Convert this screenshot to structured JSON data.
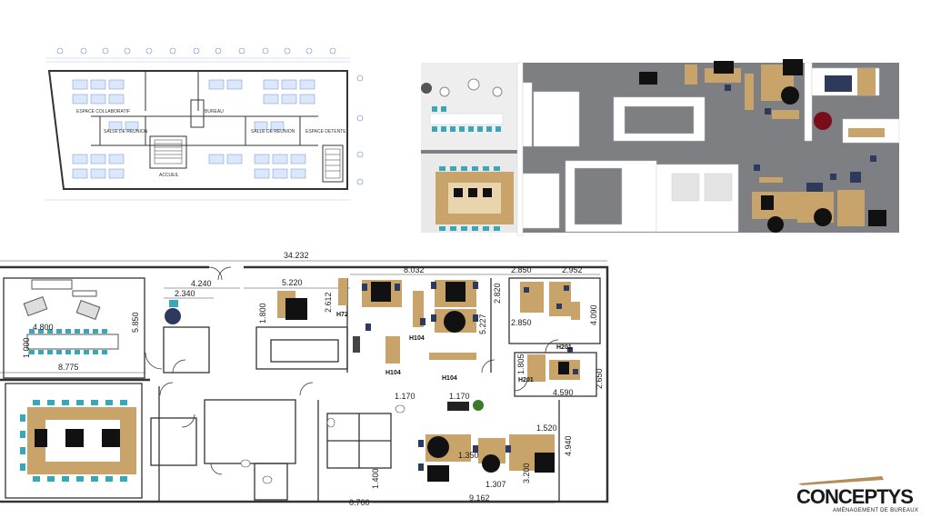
{
  "plan_2d_small": {
    "room_labels": [
      "SALLE DE REUNION",
      "SALLE DE REUNION",
      "ESPACE COLLABORATIF",
      "BUREAU",
      "ACCUEIL",
      "ESPACE DETENTE"
    ]
  },
  "plan_2d_large": {
    "dimensions": {
      "total_width": "34.232",
      "d_4240": "4.240",
      "d_2340": "2.340",
      "d_5220": "5.220",
      "d_8032": "8.032",
      "d_2850_top": "2.850",
      "d_2952": "2.952",
      "d_4800": "4.800",
      "d_5850": "5.850",
      "d_1000": "1.000",
      "d_8775": "8.775",
      "d_1800": "1.800",
      "d_2612": "2.612",
      "d_5227": "5.227",
      "d_2820": "2.820",
      "d_2850_mid": "2.850",
      "d_4090": "4.090",
      "d_1805": "1.805",
      "d_2650": "2.650",
      "d_4590": "4.590",
      "d_1170_a": "1.170",
      "d_1170_b": "1.170",
      "d_1520": "1.520",
      "d_4940": "4.940",
      "d_1350": "1.350",
      "d_3200": "3.200",
      "d_1307": "1.307",
      "d_1400": "1.400",
      "d_0700": "0.700",
      "d_9162": "9.162"
    },
    "room_labels": {
      "h72": "H72",
      "h104_a": "H104",
      "h104_b": "H104",
      "h104_c": "H104",
      "h201_a": "H201",
      "h201_b": "H201"
    }
  },
  "logo": {
    "name": "CONCEPTYS",
    "tagline": "AMÉNAGEMENT DE BUREAUX"
  },
  "colors": {
    "wood": "#c9a46a",
    "chair": "#2e3a5c",
    "teal": "#3aa7b8",
    "floor_gray": "#7d7f83",
    "wall": "#ffffff",
    "line": "#3d3d3d"
  }
}
